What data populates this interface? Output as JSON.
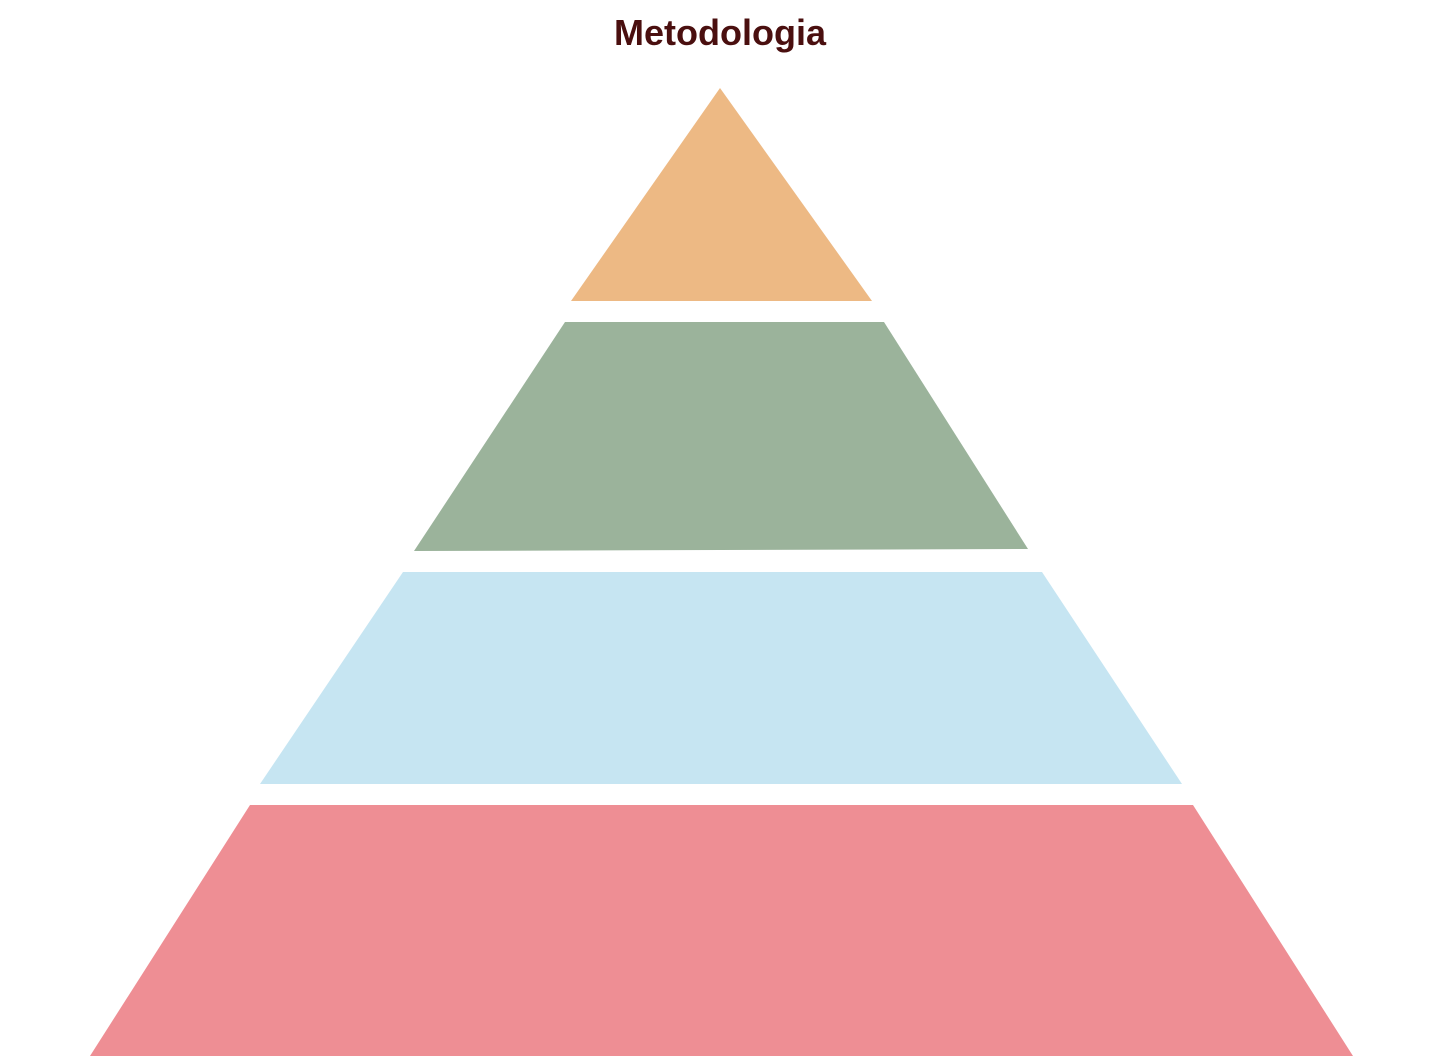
{
  "title": "Metodologia",
  "colors": {
    "title": "#4a0f0f",
    "level_top": "#edb984",
    "level_second": "#9bb39b",
    "level_third": "#c6e5f2",
    "level_bottom": "#ee8e94"
  },
  "levels": [
    {
      "name": "level-top"
    },
    {
      "name": "level-second"
    },
    {
      "name": "level-third"
    },
    {
      "name": "level-bottom"
    }
  ]
}
